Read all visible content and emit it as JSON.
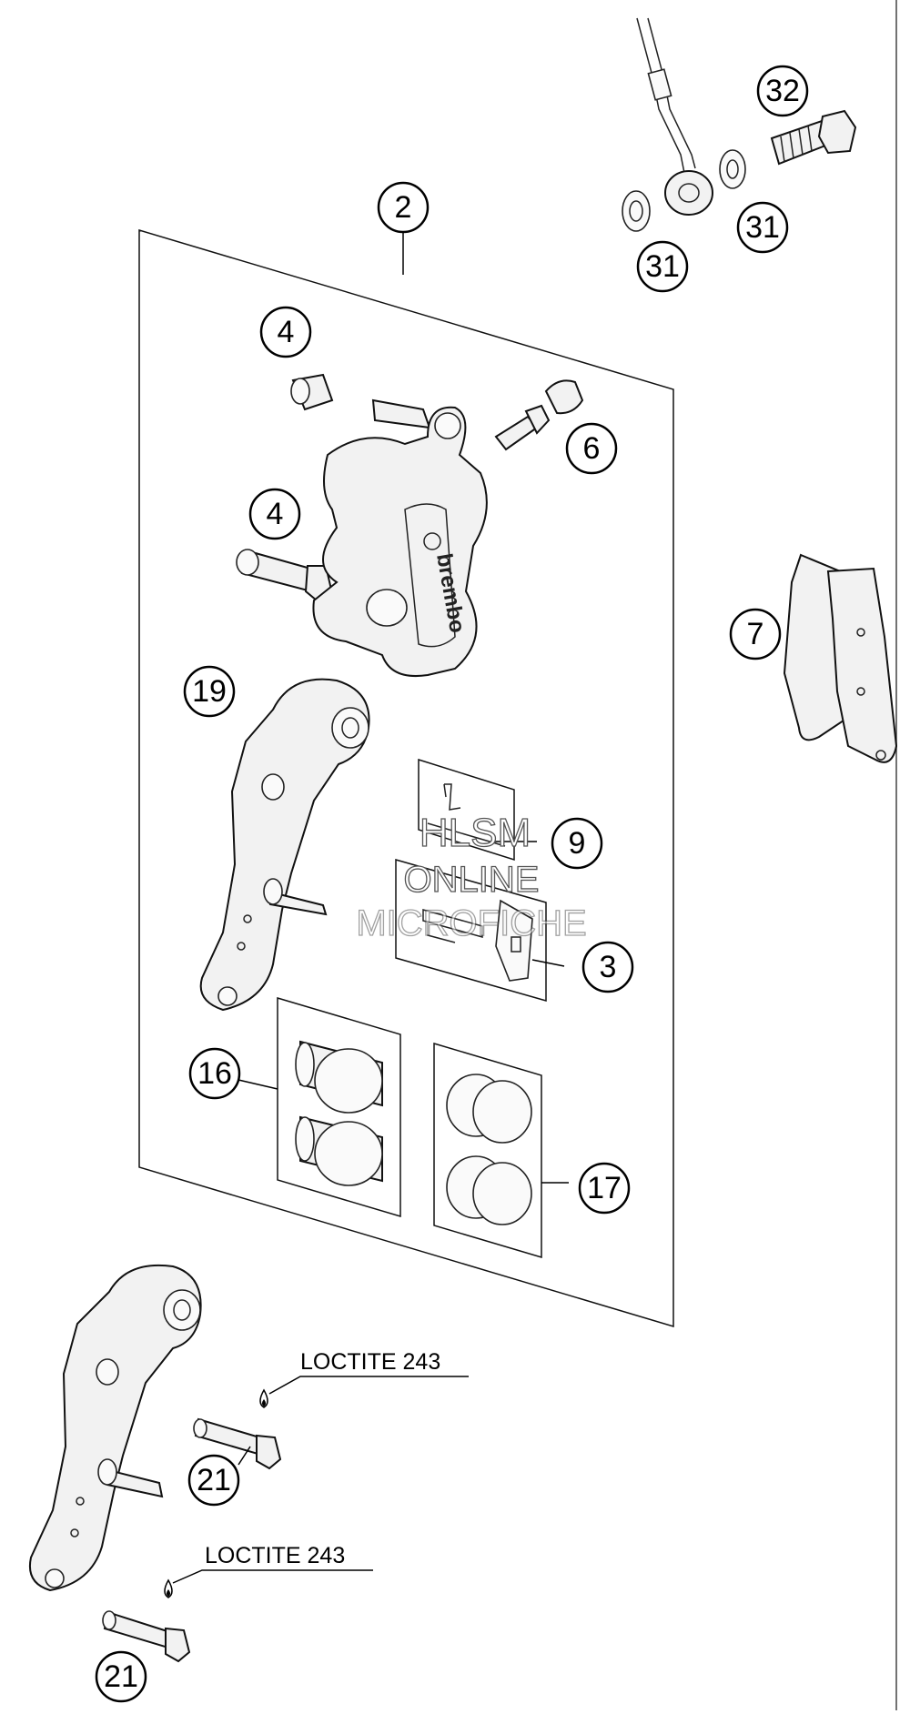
{
  "callouts": {
    "c32": "32",
    "c31a": "31",
    "c31b": "31",
    "c2": "2",
    "c4a": "4",
    "c4b": "4",
    "c6": "6",
    "c7": "7",
    "c19": "19",
    "c9": "9",
    "c3": "3",
    "c16": "16",
    "c17": "17",
    "c21a": "21",
    "c21b": "21"
  },
  "annotations": {
    "loctite_1": "LOCTITE 243",
    "loctite_2": "LOCTITE 243"
  },
  "caliper_brand": "brembo",
  "watermark": {
    "line1": "HLSM",
    "line2": "ONLINE",
    "line3": "MICROFICHE"
  }
}
